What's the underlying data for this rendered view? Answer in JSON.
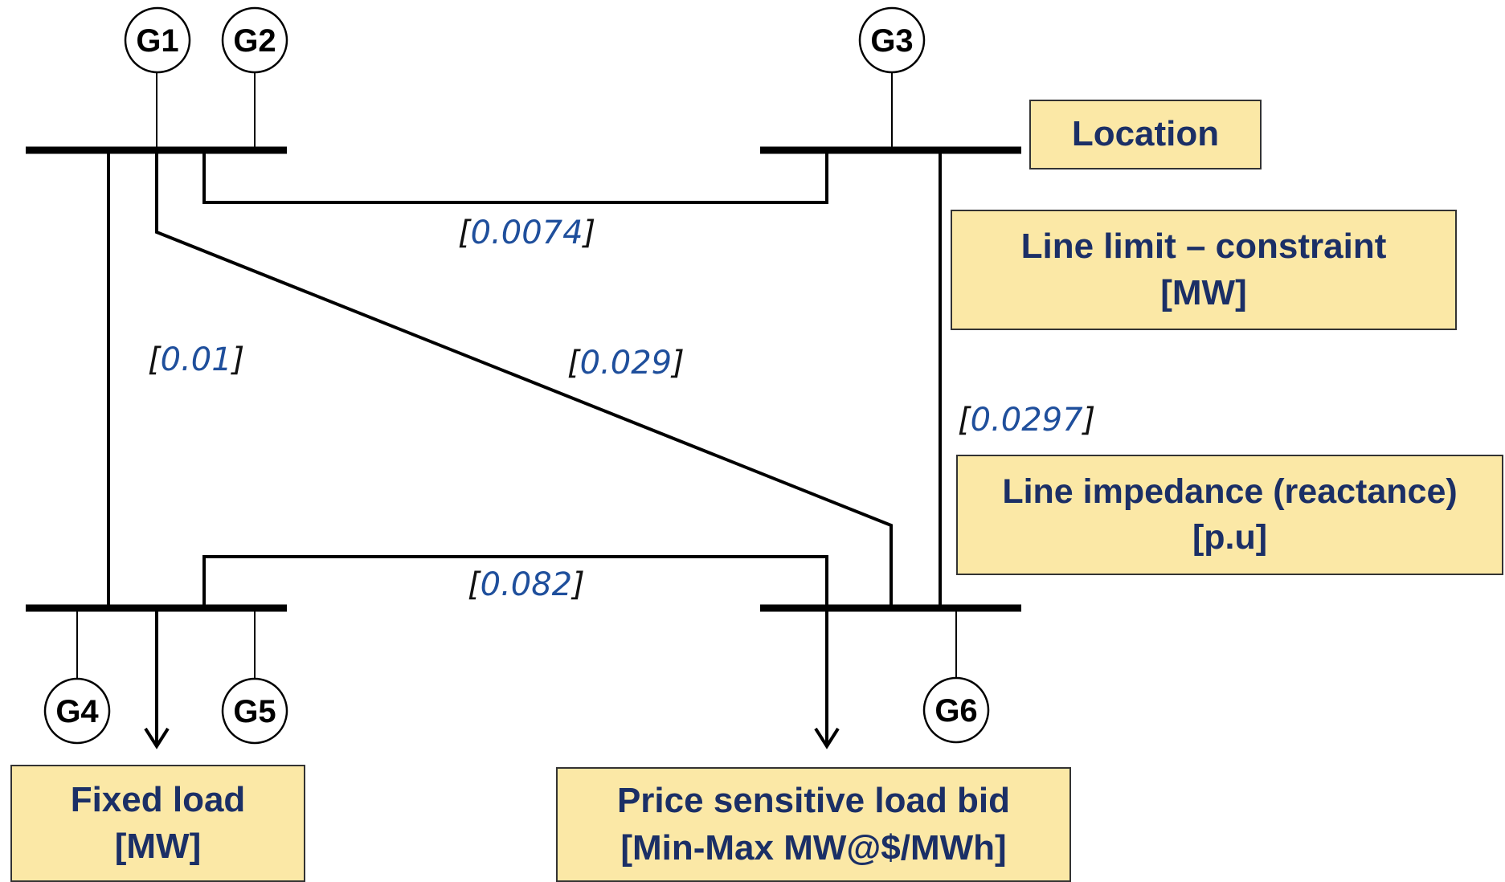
{
  "generators": [
    {
      "id": "g1",
      "label": "G1"
    },
    {
      "id": "g2",
      "label": "G2"
    },
    {
      "id": "g3",
      "label": "G3"
    },
    {
      "id": "g4",
      "label": "G4"
    },
    {
      "id": "g5",
      "label": "G5"
    },
    {
      "id": "g6",
      "label": "G6"
    }
  ],
  "line_impedances": {
    "top_line": "0.0074",
    "left_line": "0.01",
    "diagonal_line": "0.029",
    "right_line": "0.0297",
    "bottom_line": "0.082"
  },
  "legend_boxes": {
    "location": {
      "line1": "Location"
    },
    "line_limit": {
      "line1": "Line limit – constraint",
      "line2": "[MW]"
    },
    "line_impedance": {
      "line1": "Line impedance  (reactance)",
      "line2": "[p.u]"
    },
    "fixed_load": {
      "line1": "Fixed load",
      "line2": "[MW]"
    },
    "price_sensitive_load": {
      "line1": "Price sensitive load bid",
      "line2": "[Min-Max MW@$/MWh]"
    }
  },
  "colors": {
    "box_fill": "#fbe8a6",
    "box_text": "#1b2f66",
    "impedance_text": "#1f4f9c"
  }
}
